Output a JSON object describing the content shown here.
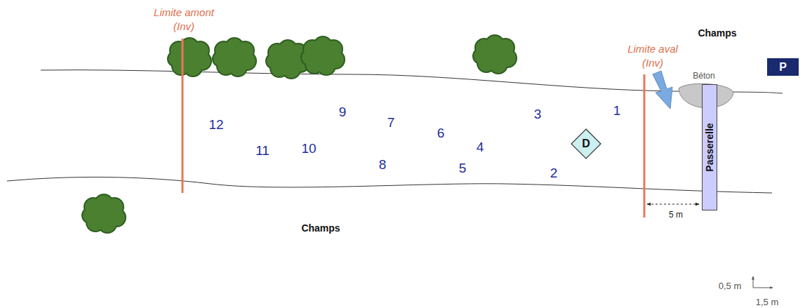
{
  "diagram": {
    "nodes": [
      {
        "text": [
          "D"
        ]
      },
      {
        "text": [
          "Passerelle"
        ]
      },
      {
        "text": [
          "P"
        ]
      }
    ],
    "labels": [
      "Limite amont (Inv)",
      "Limite aval (Inv)",
      "Champs",
      "Béton",
      "12",
      "9",
      "7",
      "3",
      "1",
      "11",
      "10",
      "6",
      "4",
      "8",
      "5",
      "2",
      "Champs",
      "5 m",
      "0,5 m",
      "1,5 m"
    ]
  }
}
